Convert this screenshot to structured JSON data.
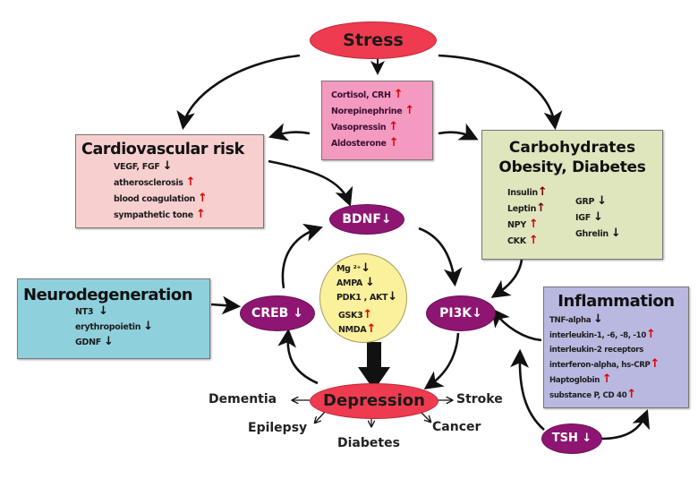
{
  "nodes": {
    "stress": "Stress",
    "depression": "Depression",
    "bdnf": "BDNF",
    "creb": "CREB",
    "pi3k": "PI3K",
    "tsh": "TSH"
  },
  "hormones_box": {
    "items": [
      {
        "label": "Cortisol, CRH",
        "dir": "up"
      },
      {
        "label": "Norepinephrine",
        "dir": "up"
      },
      {
        "label": "Vasopressin",
        "dir": "up"
      },
      {
        "label": "Aldosterone",
        "dir": "up"
      }
    ]
  },
  "cardio_box": {
    "title": "Cardiovascular risk",
    "items": [
      {
        "label": "VEGF, FGF",
        "dir": "down"
      },
      {
        "label": "atherosclerosis",
        "dir": "up"
      },
      {
        "label": "blood coagulation",
        "dir": "up"
      },
      {
        "label": "sympathetic tone",
        "dir": "up"
      }
    ]
  },
  "carbo_box": {
    "title_line1": "Carbohydrates",
    "title_line2": "Obesity, Diabetes",
    "left_items": [
      {
        "label": "Insulin",
        "dir": "up"
      },
      {
        "label": "Leptin",
        "dir": "up"
      },
      {
        "label": "NPY",
        "dir": "up"
      },
      {
        "label": "CKK",
        "dir": "up"
      }
    ],
    "right_items": [
      {
        "label": "GRP",
        "dir": "down"
      },
      {
        "label": "IGF",
        "dir": "down"
      },
      {
        "label": "Ghrelin",
        "dir": "down"
      }
    ]
  },
  "neuro_box": {
    "title": "Neurodegeneration",
    "items": [
      {
        "label": "NT3",
        "dir": "down"
      },
      {
        "label": "erythropoietin",
        "dir": "down"
      },
      {
        "label": "GDNF",
        "dir": "down"
      }
    ]
  },
  "inflam_box": {
    "title": "Inflammation",
    "items": [
      {
        "label": "TNF-alpha",
        "dir": "down"
      },
      {
        "label": "interleukin-1, -6, -8, -10",
        "dir": "up"
      },
      {
        "label": "interleukin-2 receptors",
        "dir": ""
      },
      {
        "label": "interferon-alpha, hs-CRP",
        "dir": "up"
      },
      {
        "label": "Haptoglobin",
        "dir": "up"
      },
      {
        "label": "substance P, CD 40",
        "dir": "up"
      }
    ]
  },
  "center_circle": {
    "items": [
      {
        "label": "Mg ²⁺",
        "dir": "down"
      },
      {
        "label": "AMPA",
        "dir": "down"
      },
      {
        "label": "PDK1 , AKT",
        "dir": "down"
      },
      {
        "label": "GSK3",
        "dir": "up"
      },
      {
        "label": "NMDA",
        "dir": "up"
      }
    ]
  },
  "outcomes": {
    "dementia": "Dementia",
    "stroke": "Stroke",
    "epilepsy": "Epilepsy",
    "diabetes": "Diabetes",
    "cancer": "Cancer"
  },
  "glyphs": {
    "up": "🠉",
    "down": "🠋",
    "up_text": "↑",
    "down_text": "↓"
  },
  "colors": {
    "stress_fill": "#ee3b4f",
    "purple_node": "#8e1672",
    "hormones_fill": "#f49ac1",
    "cardio_fill": "#f8cfcf",
    "carbo_fill": "#dfe5bd",
    "neuro_fill": "#8fd0dd",
    "inflam_fill": "#b9b8e0",
    "center_fill": "#fbf09c",
    "up_arrow": "#e00000",
    "down_arrow": "#111111"
  }
}
